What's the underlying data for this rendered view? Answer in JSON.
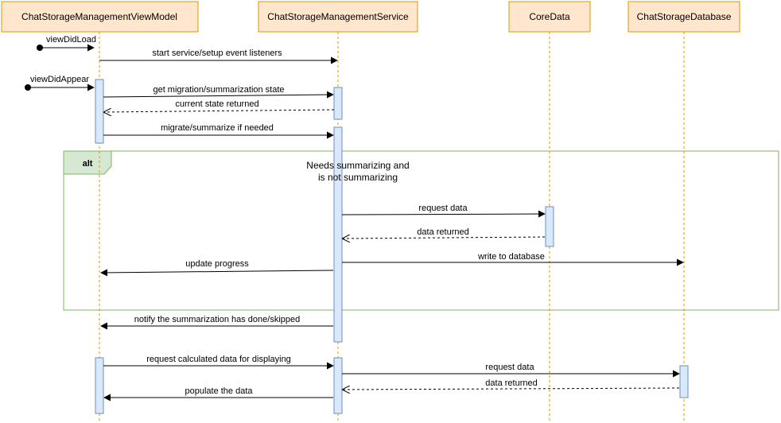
{
  "participants": {
    "viewmodel": "ChatStorageManagementViewModel",
    "service": "ChatStorageManagementService",
    "coredata": "CoreData",
    "database": "ChatStorageDatabase"
  },
  "found_messages": {
    "view_did_load": "viewDidLoad",
    "view_did_appear": "viewDidAppear"
  },
  "messages": {
    "start_service": "start service/setup event listeners",
    "get_state": "get migration/summarization state",
    "state_returned": "current state returned",
    "migrate": "migrate/summarize if needed",
    "request_data_core": "request data",
    "data_returned_core": "data returned",
    "write_db": "write to database",
    "update_progress": "update progress",
    "notify_done": "notify the summarization has done/skipped",
    "request_calc": "request calculated data for displaying",
    "request_data_db": "request data",
    "data_returned_db": "data returned",
    "populate": "populate the data"
  },
  "alt_fragment": {
    "label": "alt",
    "guard_line1": "Needs summarizing and",
    "guard_line2": "is not summarizing"
  },
  "colors": {
    "participant_fill": "#ffe6cc",
    "participant_stroke": "#d79b00",
    "activation_fill": "#dae8fc",
    "activation_stroke": "#6c8ebf",
    "alt_fill": "#d5e8d4",
    "alt_stroke": "#82b366"
  }
}
